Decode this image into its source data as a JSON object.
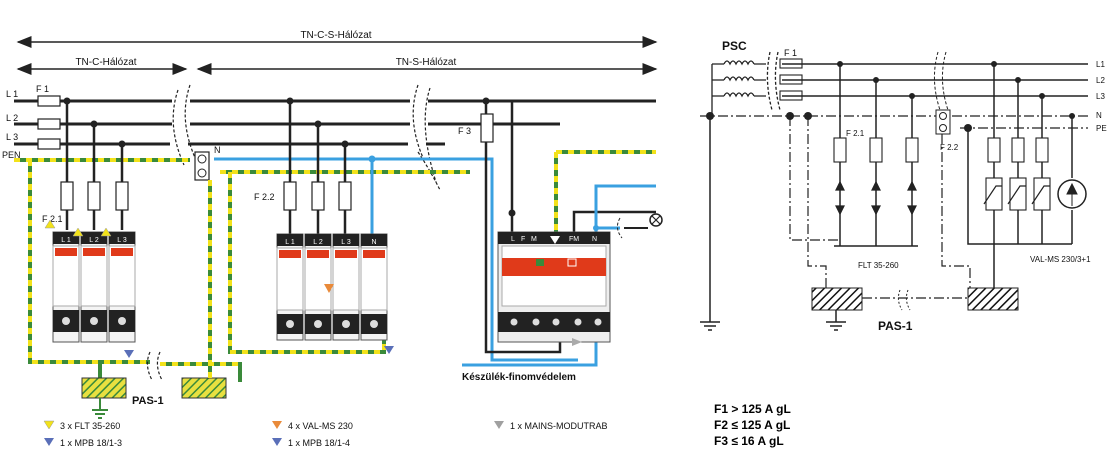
{
  "left": {
    "arrows": {
      "tncs": "TN-C-S-Hálózat",
      "tnc": "TN-C-Hálózat",
      "tns": "TN-S-Hálózat"
    },
    "lines": [
      "L 1",
      "L 2",
      "L 3",
      "PEN"
    ],
    "labels": {
      "f1": "F 1",
      "f21": "F 2.1",
      "f22": "F 2.2",
      "f3": "F 3",
      "n": "N",
      "pas": "PAS-1",
      "device": "Készülék-finomvédelem"
    },
    "module_terminals_left": [
      "L 1",
      "L 2",
      "L 3"
    ],
    "module_terminals_mid": [
      "L 1",
      "L 2",
      "L 3",
      "N"
    ],
    "mains_terminals": [
      "L",
      "F",
      "M",
      "FM",
      "N"
    ]
  },
  "legend": [
    {
      "text": "3 x FLT 35-260",
      "color": "#f2e21a"
    },
    {
      "text": "1 x MPB 18/1-3",
      "color": "#5a6fb8"
    },
    {
      "text": "4 x VAL-MS 230",
      "color": "#e98a3a"
    },
    {
      "text": "1 x MPB 18/1-4",
      "color": "#5a6fb8"
    },
    {
      "text": "1 x MAINS-MODUTRAB",
      "color": "#a0a0a0"
    }
  ],
  "right": {
    "psc": "PSC",
    "f1": "F 1",
    "f21": "F 2.1",
    "f22": "F 2.2",
    "lines": [
      "L1",
      "L2",
      "L3",
      "N",
      "PE"
    ],
    "flt": "FLT 35-260",
    "val": "VAL-MS 230/3+1",
    "pas": "PAS-1"
  },
  "fuse_notes": [
    "F1 > 125 A gL",
    "F2 ≤ 125 A gL",
    "F3 ≤ 16 A gL"
  ],
  "colors": {
    "yellow": "#f2e21a",
    "green": "#3a8a3a",
    "blue": "#3aa0e0",
    "red": "#e03a1a"
  }
}
